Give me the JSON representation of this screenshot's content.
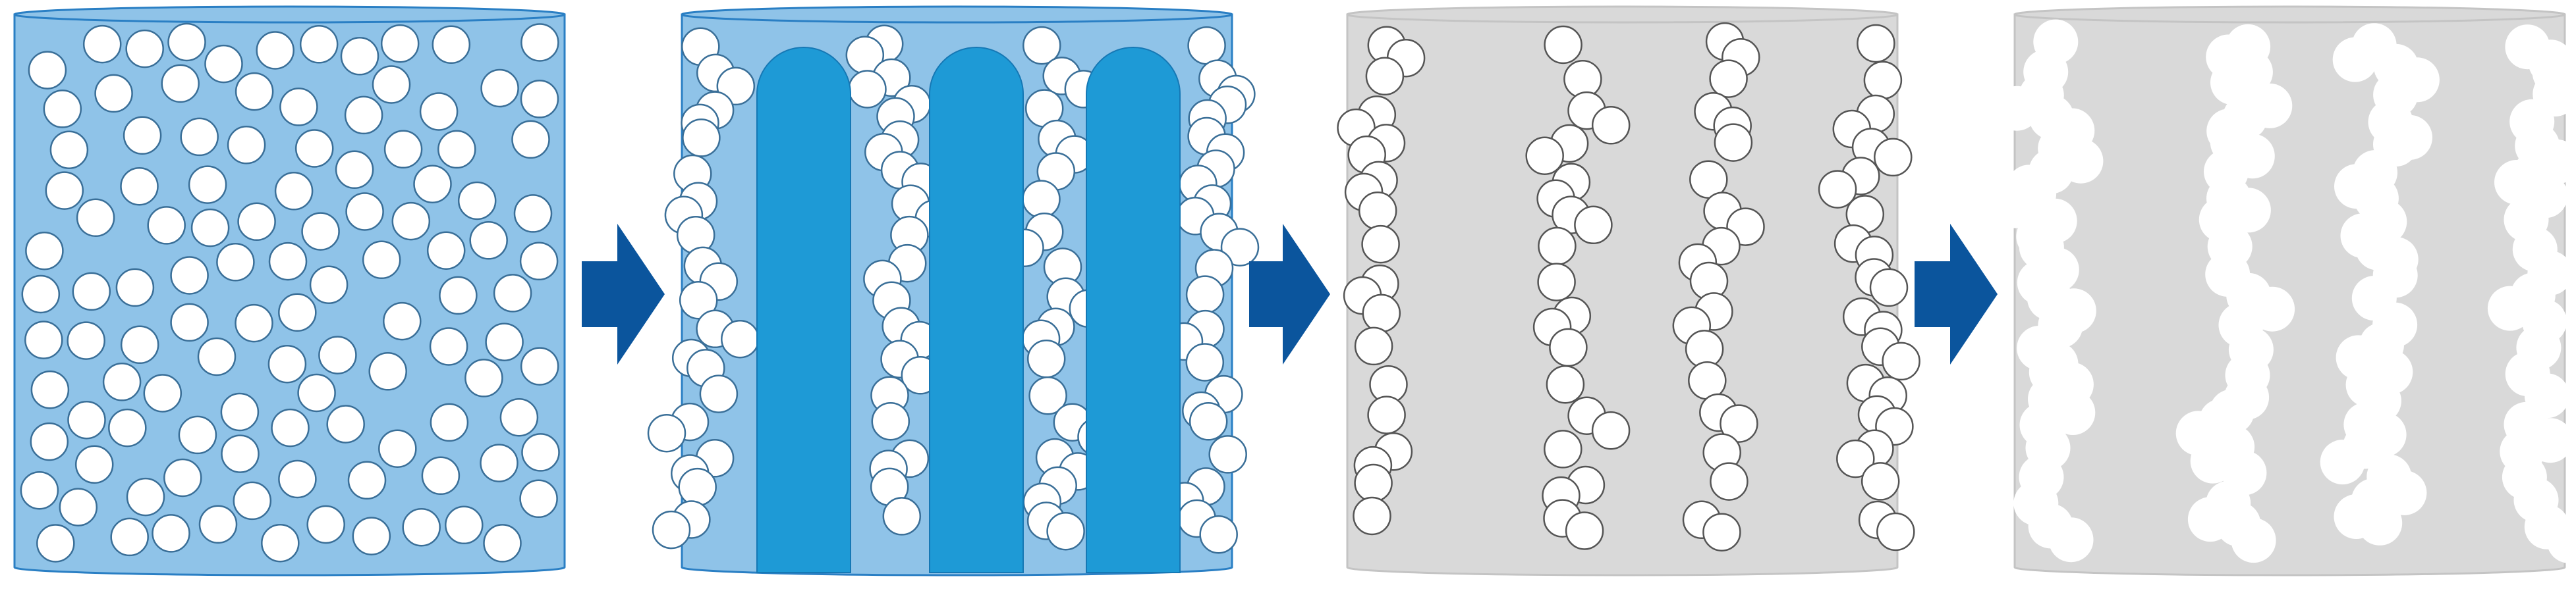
{
  "figure": {
    "stages": [
      {
        "id": "stage-1",
        "name": "particle-suspension",
        "fill_color": "#8fc3e8",
        "border_color": "#2a7fc4",
        "particle_fill": "#ffffff",
        "particle_stroke": "#3a6f98",
        "particles_aligned": false,
        "has_columns": false
      },
      {
        "id": "stage-2",
        "name": "freezing-with-columns",
        "fill_color": "#8fc3e8",
        "border_color": "#2a7fc4",
        "column_color": "#1e9ad6",
        "column_count": 3,
        "particle_fill": "#ffffff",
        "particle_stroke": "#3a6f98",
        "particles_aligned": true,
        "has_columns": true
      },
      {
        "id": "stage-3",
        "name": "aligned-particle-walls",
        "fill_color": "#d9d9d9",
        "border_color": "#c4c4c4",
        "particle_fill": "#ffffff",
        "particle_stroke": "#555555",
        "particles_aligned": true,
        "has_columns": false
      },
      {
        "id": "stage-4",
        "name": "sintered-walls",
        "fill_color": "#d9d9d9",
        "border_color": "#c4c4c4",
        "particle_fill": "#ffffff",
        "particle_stroke": "none",
        "particles_aligned": true,
        "has_columns": false
      }
    ],
    "arrows": [
      {
        "id": "arrow-1",
        "from": "stage-1",
        "to": "stage-2",
        "color": "#0b559d"
      },
      {
        "id": "arrow-2",
        "from": "stage-2",
        "to": "stage-3",
        "color": "#0b559d"
      },
      {
        "id": "arrow-3",
        "from": "stage-3",
        "to": "stage-4",
        "color": "#0b559d"
      }
    ]
  }
}
